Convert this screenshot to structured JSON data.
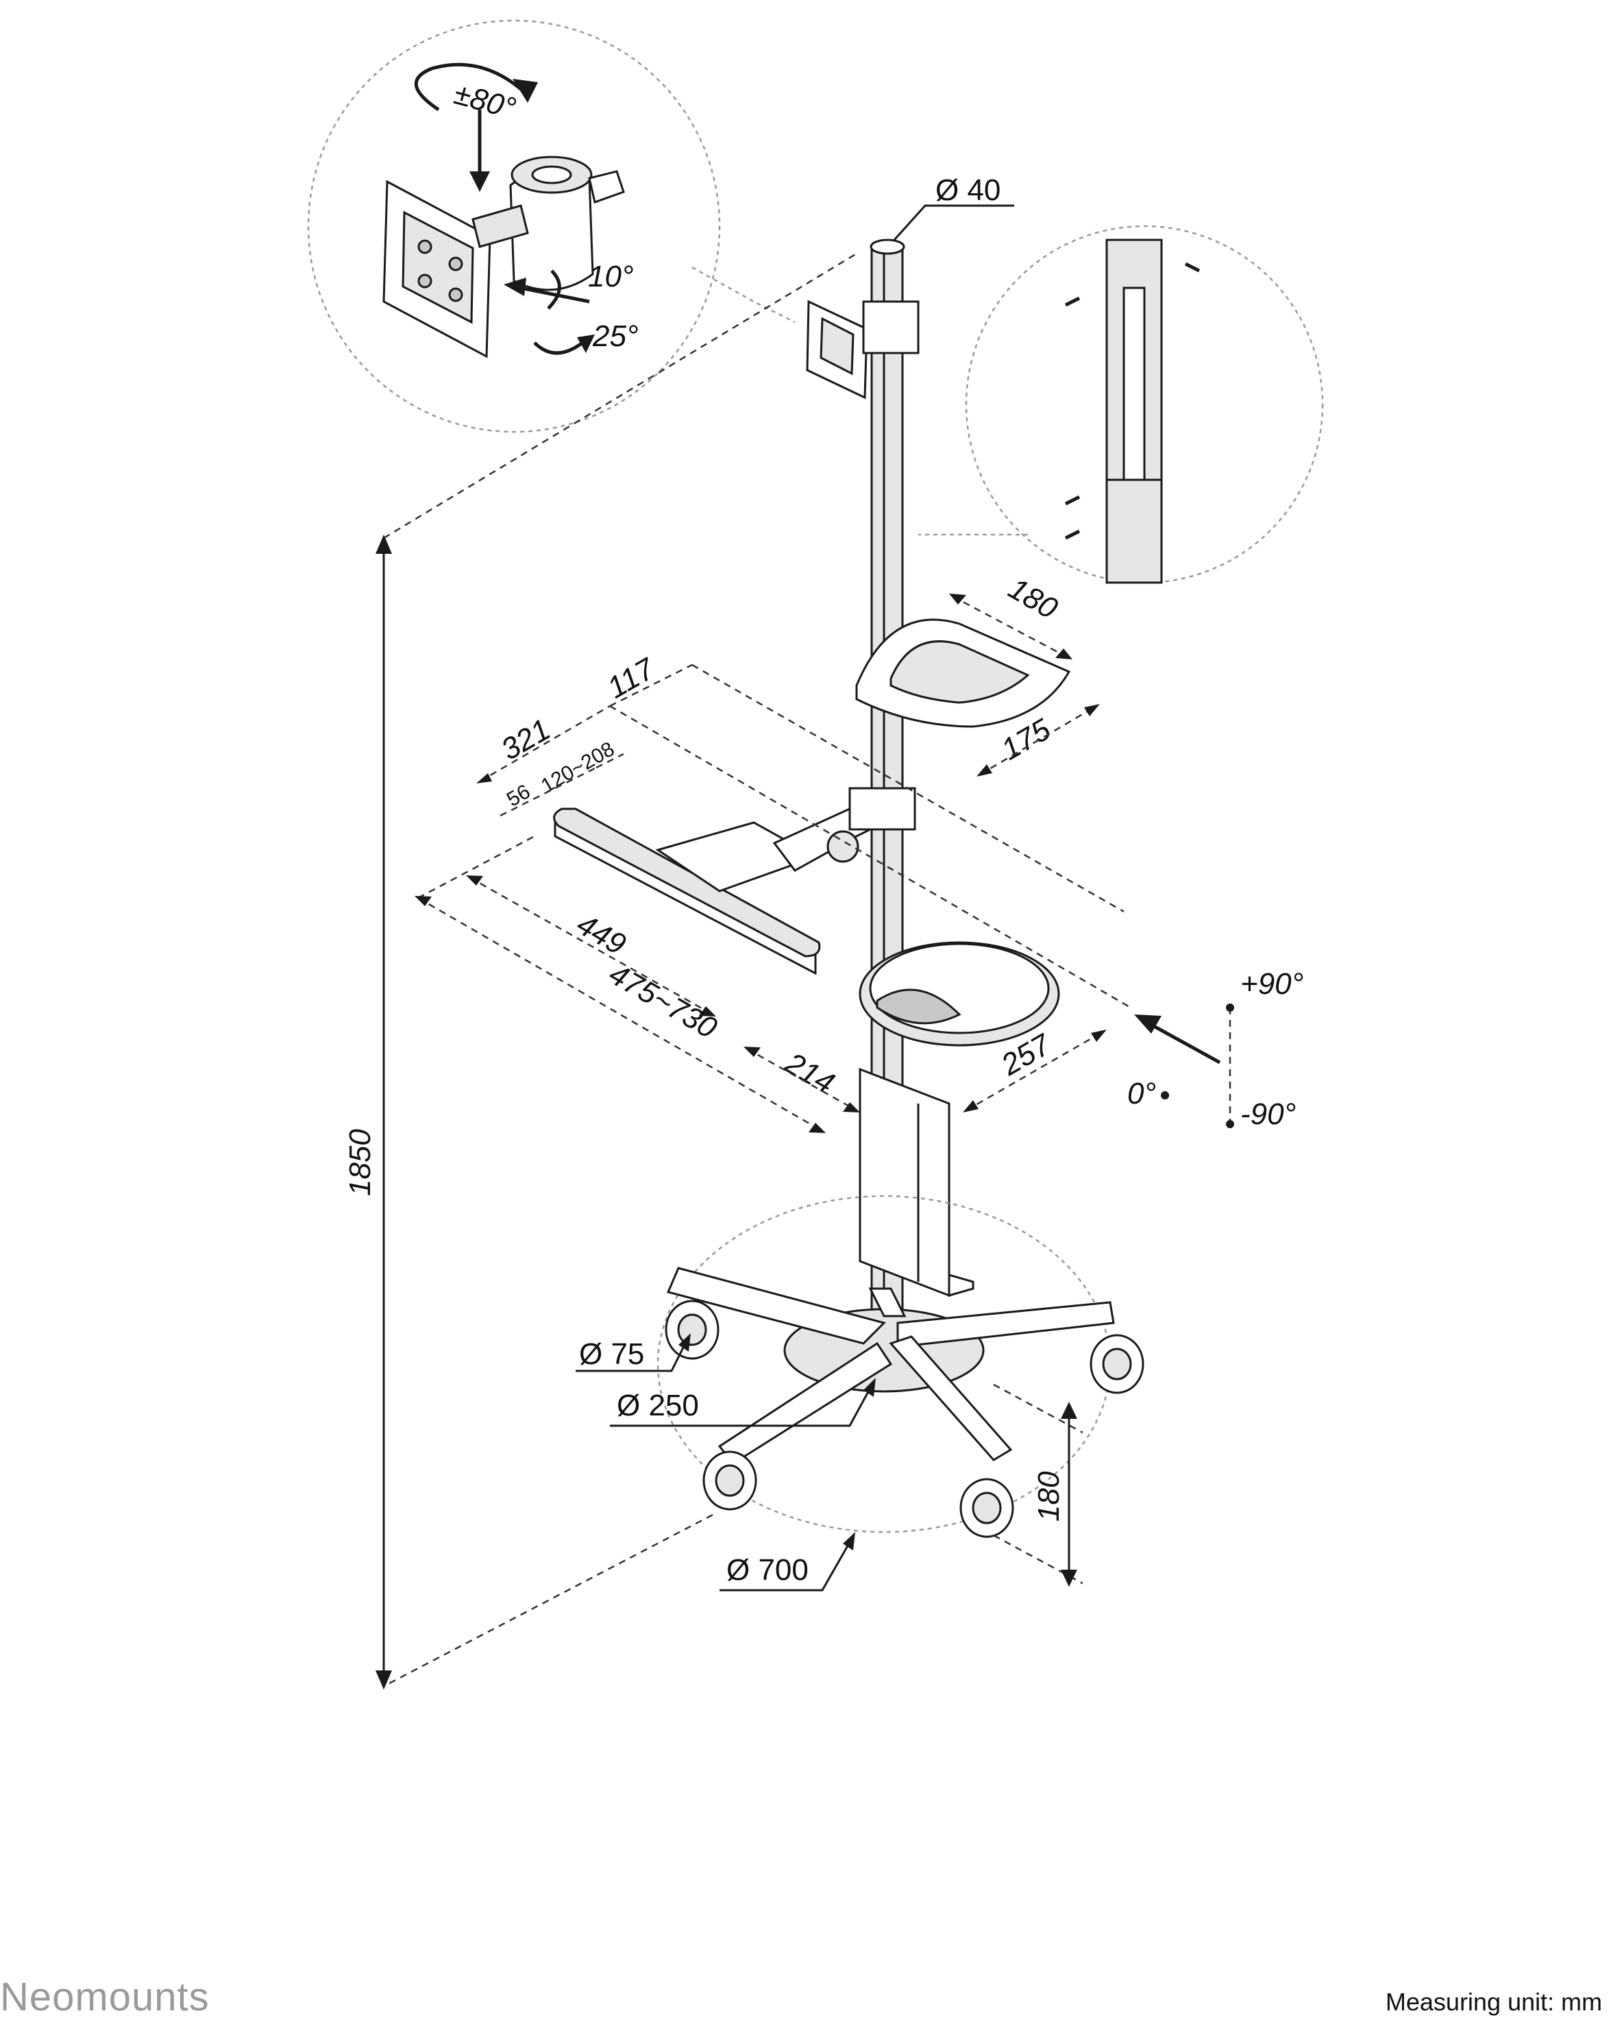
{
  "brand": "Neomounts",
  "measuring_unit": "Measuring unit: mm",
  "dimensions": {
    "pole_diameter": "Ø 40",
    "height": "1850",
    "basket_width": "180",
    "basket_depth": "175",
    "keyboard_offset": "117",
    "keyboard_depth": "321",
    "keyboard_adjust": "120~208",
    "keyboard_lip": "56",
    "keyboard_width": "449",
    "keyboard_reach": "475~730",
    "mouse_offset": "214",
    "mouse_width": "257",
    "wheel_diameter": "Ø 75",
    "hub_diameter": "Ø 250",
    "base_diameter": "Ø 700",
    "base_height": "180"
  },
  "angles": {
    "swivel": "±80°",
    "tilt": "10°",
    "rotate": "25°",
    "plus": "+90°",
    "zero": "0°",
    "minus": "-90°"
  },
  "colors": {
    "line": "#1a1a1a",
    "brand": "#9a9a9a"
  }
}
